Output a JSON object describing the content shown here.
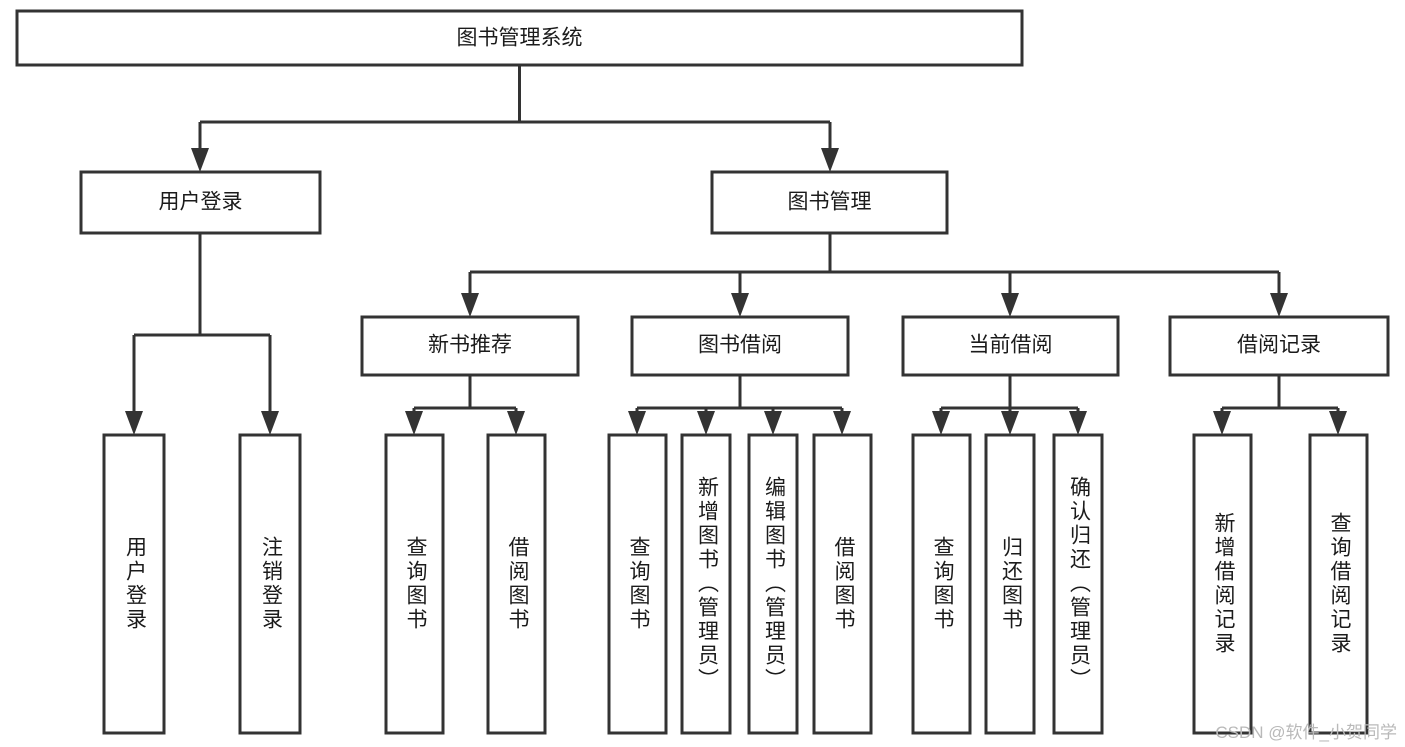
{
  "diagram": {
    "type": "tree-hierarchy",
    "title": "图书管理系统",
    "orientation": "top-down",
    "line_color": "#333333",
    "box_fill": "#ffffff",
    "text_color": "#1b1b1b",
    "levels": 3,
    "root": {
      "label": "图书管理系统",
      "text_direction": "horizontal"
    },
    "level2": [
      {
        "label": "用户登录",
        "text_direction": "horizontal"
      },
      {
        "label": "图书管理",
        "text_direction": "horizontal"
      }
    ],
    "level3": [
      {
        "label": "新书推荐",
        "text_direction": "horizontal",
        "parent": "图书管理"
      },
      {
        "label": "图书借阅",
        "text_direction": "horizontal",
        "parent": "图书管理"
      },
      {
        "label": "当前借阅",
        "text_direction": "horizontal",
        "parent": "图书管理"
      },
      {
        "label": "借阅记录",
        "text_direction": "horizontal",
        "parent": "图书管理"
      }
    ],
    "leaves": [
      {
        "label": "用户登录",
        "text_direction": "vertical",
        "parent": "用户登录"
      },
      {
        "label": "注销登录",
        "text_direction": "vertical",
        "parent": "用户登录"
      },
      {
        "label": "查询图书",
        "text_direction": "vertical",
        "parent": "新书推荐"
      },
      {
        "label": "借阅图书",
        "text_direction": "vertical",
        "parent": "新书推荐"
      },
      {
        "label": "查询图书",
        "text_direction": "vertical",
        "parent": "图书借阅"
      },
      {
        "label": "新增图书（管理员）",
        "text_direction": "vertical",
        "parent": "图书借阅"
      },
      {
        "label": "编辑图书（管理员）",
        "text_direction": "vertical",
        "parent": "图书借阅"
      },
      {
        "label": "借阅图书",
        "text_direction": "vertical",
        "parent": "图书借阅"
      },
      {
        "label": "查询图书",
        "text_direction": "vertical",
        "parent": "当前借阅"
      },
      {
        "label": "归还图书",
        "text_direction": "vertical",
        "parent": "当前借阅"
      },
      {
        "label": "确认归还（管理员）",
        "text_direction": "vertical",
        "parent": "当前借阅"
      },
      {
        "label": "新增借阅记录",
        "text_direction": "vertical",
        "parent": "借阅记录"
      },
      {
        "label": "查询借阅记录",
        "text_direction": "vertical",
        "parent": "借阅记录"
      }
    ]
  },
  "watermark": {
    "text": "CSDN @软件_小贺同学"
  }
}
